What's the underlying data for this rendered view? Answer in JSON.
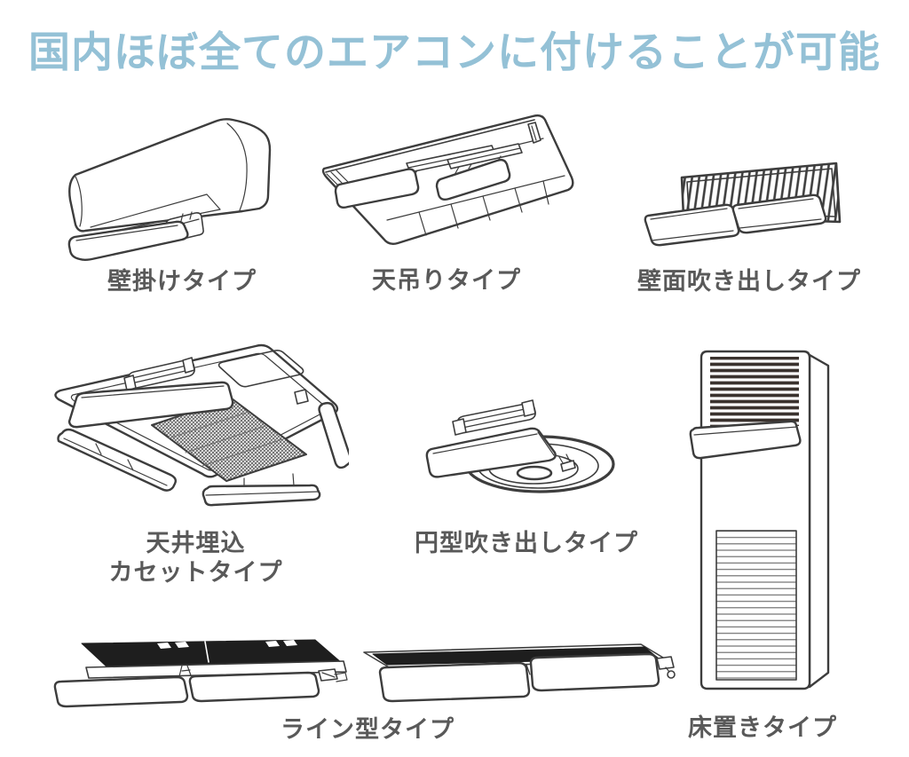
{
  "title": {
    "text": "国内ほぼ全てのエアコンに付けることが可能"
  },
  "colors": {
    "background": "#ffffff",
    "title_color": "#94c1d6",
    "label_color": "#595959",
    "line_color": "#3d3d3d",
    "dark_fill": "#1e1e1e",
    "louver_dark": "#3a322e",
    "mesh_dark": "#4a4a4a",
    "grille_gray": "#6f6f6f"
  },
  "ac_types": [
    {
      "id": "wall-mounted",
      "label": "壁掛けタイプ"
    },
    {
      "id": "ceiling-suspended",
      "label": "天吊りタイプ"
    },
    {
      "id": "wall-blowout",
      "label": "壁面吹き出しタイプ"
    },
    {
      "id": "ceiling-cassette",
      "label": "天井埋込\nカセットタイプ"
    },
    {
      "id": "round-blowout",
      "label": "円型吹き出しタイプ"
    },
    {
      "id": "floor-standing",
      "label": "床置きタイプ"
    },
    {
      "id": "line-type",
      "label": "ライン型タイプ"
    }
  ]
}
